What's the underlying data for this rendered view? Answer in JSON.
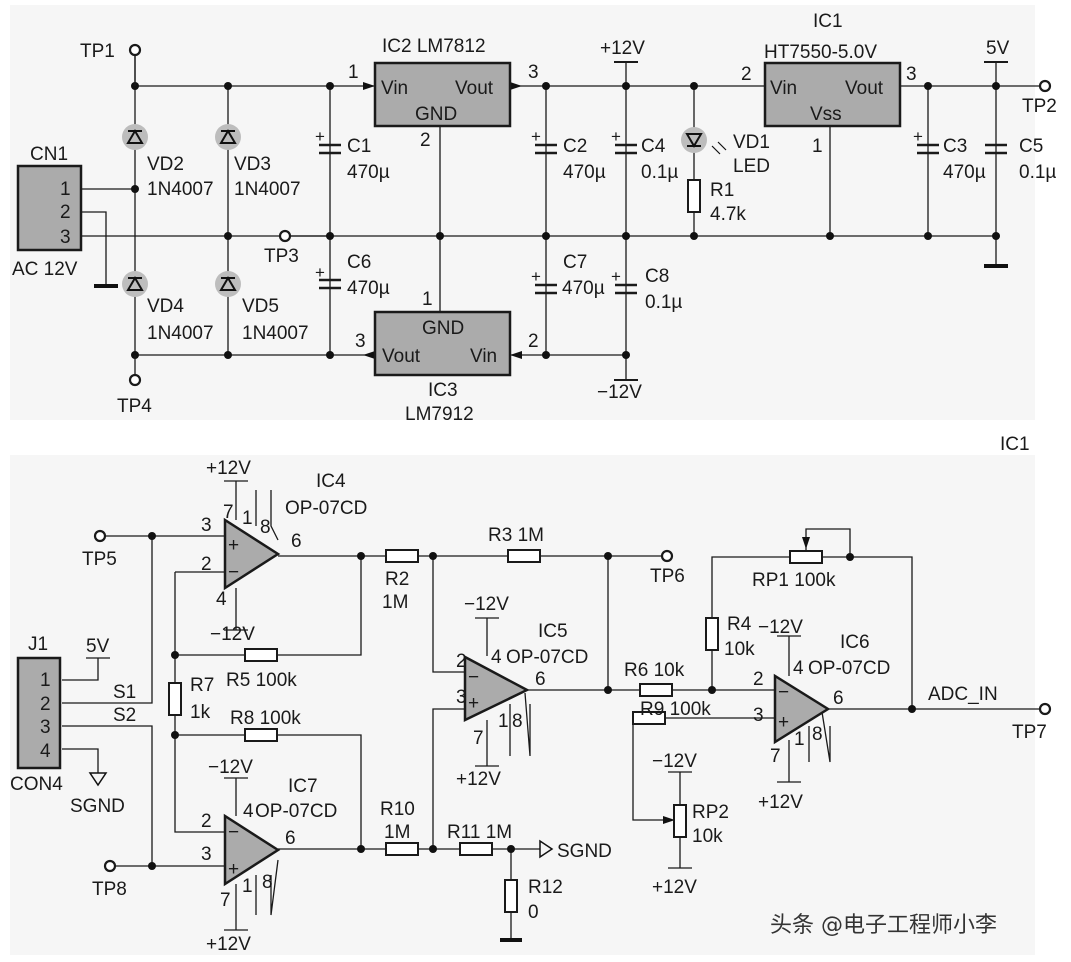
{
  "power_supply": {
    "connector": {
      "ref": "CN1",
      "label": "AC 12V",
      "pins": [
        "1",
        "2",
        "3"
      ]
    },
    "test_points": {
      "tp1": "TP1",
      "tp2": "TP2",
      "tp3": "TP3",
      "tp4": "TP4"
    },
    "diodes": [
      {
        "ref": "VD2",
        "part": "1N4007"
      },
      {
        "ref": "VD3",
        "part": "1N4007"
      },
      {
        "ref": "VD4",
        "part": "1N4007"
      },
      {
        "ref": "VD5",
        "part": "1N4007"
      }
    ],
    "ic2": {
      "title": "IC2 LM7812",
      "vin": "Vin",
      "vout": "Vout",
      "gnd": "GND",
      "pin_in": "1",
      "pin_out": "3",
      "pin_gnd": "2"
    },
    "ic3": {
      "ref": "IC3",
      "part": "LM7912",
      "vin": "Vin",
      "vout": "Vout",
      "gnd": "GND",
      "pin_in": "2",
      "pin_out": "3",
      "pin_gnd": "1"
    },
    "ic1": {
      "ref": "IC1",
      "part": "HT7550-5.0V",
      "vin": "Vin",
      "vout": "Vout",
      "vss": "Vss",
      "pin_in": "2",
      "pin_out": "3",
      "pin_vss": "1"
    },
    "capacitors": {
      "c1": {
        "ref": "C1",
        "value": "470µ"
      },
      "c2": {
        "ref": "C2",
        "value": "470µ"
      },
      "c3": {
        "ref": "C3",
        "value": "470µ"
      },
      "c4": {
        "ref": "C4",
        "value": "0.1µ"
      },
      "c5": {
        "ref": "C5",
        "value": "0.1µ"
      },
      "c6": {
        "ref": "C6",
        "value": "470µ"
      },
      "c7": {
        "ref": "C7",
        "value": "470µ"
      },
      "c8": {
        "ref": "C8",
        "value": "0.1µ"
      }
    },
    "led": {
      "ref": "VD1",
      "part": "LED"
    },
    "r1": {
      "ref": "R1",
      "value": "4.7k"
    },
    "rails": {
      "pos12": "+12V",
      "neg12": "−12V",
      "v5": "5V"
    }
  },
  "stray_label": "IC1",
  "amplifier": {
    "j1": {
      "ref": "J1",
      "part": "CON4",
      "pins": [
        "1",
        "2",
        "3",
        "4"
      ],
      "v5": "5V",
      "s1": "S1",
      "s2": "S2",
      "sgnd": "SGND"
    },
    "test_points": {
      "tp5": "TP5",
      "tp6": "TP6",
      "tp7": "TP7",
      "tp8": "TP8"
    },
    "ic4": {
      "ref": "IC4",
      "part": "OP-07CD",
      "vpos": "+12V",
      "vneg": "−12V",
      "p3": "3",
      "p2": "2",
      "p7": "7",
      "p4": "4",
      "p1": "1",
      "p8": "8",
      "p6": "6"
    },
    "ic7": {
      "ref": "IC7",
      "part": "OP-07CD",
      "vpos": "+12V",
      "vneg": "−12V",
      "p3": "3",
      "p2": "2",
      "p7": "7",
      "p4": "4",
      "p1": "1",
      "p8": "8",
      "p6": "6"
    },
    "ic5": {
      "ref": "IC5",
      "part": "OP-07CD",
      "vpos": "+12V",
      "vneg": "−12V",
      "p3": "3",
      "p2": "2",
      "p7": "7",
      "p4": "4",
      "p1": "1",
      "p8": "8",
      "p6": "6"
    },
    "ic6": {
      "ref": "IC6",
      "part": "OP-07CD",
      "vpos": "+12V",
      "vneg": "−12V",
      "p3": "3",
      "p2": "2",
      "p7": "7",
      "p4": "4",
      "p1": "1",
      "p8": "8",
      "p6": "6"
    },
    "resistors": {
      "r2": {
        "ref": "R2",
        "value": "1M"
      },
      "r3": {
        "ref": "R3",
        "value": "1M"
      },
      "r4": {
        "ref": "R4",
        "value": "10k"
      },
      "r5": {
        "ref": "R5",
        "value": "100k"
      },
      "r6": {
        "ref": "R6",
        "value": "10k"
      },
      "r7": {
        "ref": "R7",
        "value": "1k"
      },
      "r8": {
        "ref": "R8",
        "value": "100k"
      },
      "r9": {
        "ref": "R9",
        "value": "100k"
      },
      "r10": {
        "ref": "R10",
        "value": "1M"
      },
      "r11": {
        "ref": "R11",
        "value": "1M"
      },
      "r12": {
        "ref": "R12",
        "value": "0"
      }
    },
    "rp1": {
      "ref": "RP1",
      "value": "100k"
    },
    "rp2": {
      "ref": "RP2",
      "value": "10k",
      "vneg": "−12V",
      "vpos": "+12V"
    },
    "sgnd": "SGND",
    "adc": "ADC_IN"
  },
  "watermark": "头条 @电子工程师小李"
}
